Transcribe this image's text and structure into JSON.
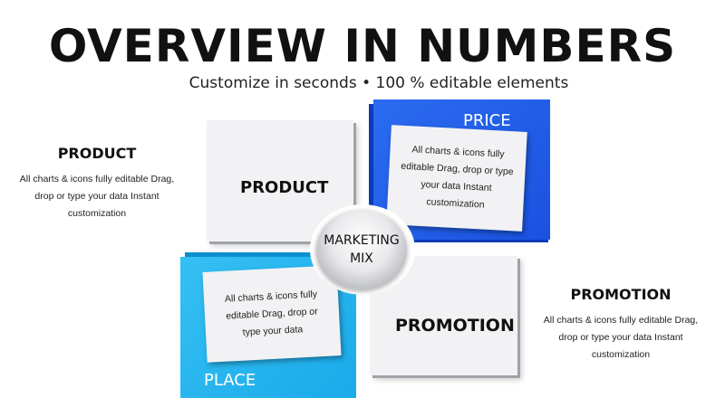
{
  "header": {
    "title": "OVERVIEW IN NUMBERS",
    "subtitle": "Customize in seconds • 100 % editable elements"
  },
  "left_note": {
    "heading": "PRODUCT",
    "text": "All charts & icons fully editable Drag, drop or type your data Instant customization"
  },
  "right_note": {
    "heading": "PROMOTION",
    "text": "All charts & icons fully editable Drag, drop or type your data Instant customization"
  },
  "diagram": {
    "center": {
      "line1": "MARKETING",
      "line2": "MIX"
    },
    "product": {
      "label": "PRODUCT"
    },
    "promotion": {
      "label": "PROMOTION"
    },
    "price": {
      "label": "PRICE",
      "text": "All charts & icons fully editable Drag, drop or type your data Instant customization"
    },
    "place": {
      "label": "PLACE",
      "text": "All charts & icons fully editable Drag, drop or type your data"
    }
  },
  "colors": {
    "price_blue": "#1f5fe8",
    "price_dark": "#0d3ab8",
    "place_blue": "#22b4ee",
    "place_dark": "#0d8ed0",
    "tile_gray": "#f2f2f4"
  }
}
